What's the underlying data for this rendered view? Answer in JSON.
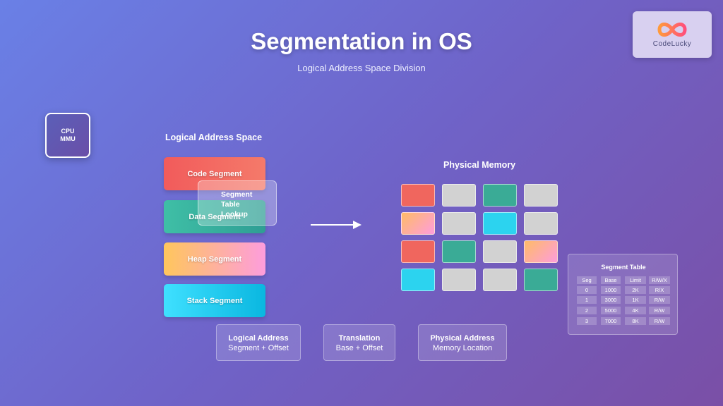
{
  "header": {
    "title": "Segmentation in OS",
    "subtitle": "Logical Address Space Division"
  },
  "logo": {
    "text": "CodeLucky",
    "icon": "infinity-logo-icon"
  },
  "cpu": {
    "line1": "CPU",
    "line2": "MMU"
  },
  "logical_space": {
    "label": "Logical Address Space",
    "segments": [
      {
        "label": "Code Segment",
        "colors": [
          "#f25b5b",
          "#f47a6a"
        ]
      },
      {
        "label": "Data Segment",
        "colors": [
          "#3fbfa6",
          "#2f9e94"
        ]
      },
      {
        "label": "Heap Segment",
        "colors": [
          "#ffc65c",
          "#fd9ddc"
        ]
      },
      {
        "label": "Stack Segment",
        "colors": [
          "#3fe0ff",
          "#0ab7e0"
        ]
      }
    ]
  },
  "lookup": {
    "line1": "Segment",
    "line2": "Table",
    "line3": "Lookup"
  },
  "physical_memory": {
    "label": "Physical Memory",
    "colors": {
      "red": "#f0665e",
      "gray": "#d2d2d2",
      "teal": "#3aab96",
      "cyan": "#2cd3ef",
      "orange": "#ffbb66"
    },
    "grid": [
      [
        "red",
        "gray",
        "teal",
        "gray"
      ],
      [
        "orange",
        "gray",
        "cyan",
        "gray"
      ],
      [
        "red",
        "teal",
        "gray",
        "orange"
      ],
      [
        "cyan",
        "gray",
        "gray",
        "teal"
      ]
    ]
  },
  "segment_table": {
    "title": "Segment Table",
    "headers": [
      "Seg",
      "Base",
      "Limit",
      "R/W/X"
    ],
    "rows": [
      [
        "0",
        "1000",
        "2K",
        "R/X"
      ],
      [
        "1",
        "3000",
        "1K",
        "R/W"
      ],
      [
        "2",
        "5000",
        "4K",
        "R/W"
      ],
      [
        "3",
        "7000",
        "8K",
        "R/W"
      ]
    ]
  },
  "info_boxes": [
    {
      "heading": "Logical Address",
      "sub": "Segment + Offset"
    },
    {
      "heading": "Translation",
      "sub": "Base + Offset"
    },
    {
      "heading": "Physical Address",
      "sub": "Memory Location"
    }
  ]
}
